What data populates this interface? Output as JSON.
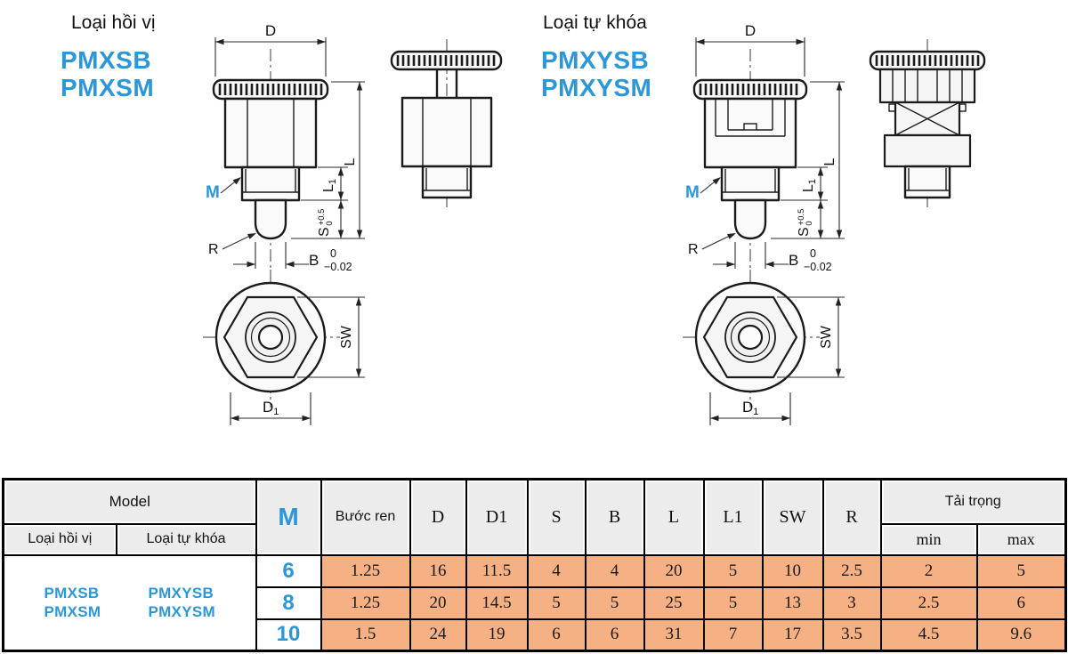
{
  "colors": {
    "accent_blue": "#2b97d8",
    "table_cell_orange": "#f5b183",
    "table_header_gray": "#ececec",
    "line_color": "#1b1b1b"
  },
  "left_group": {
    "type_label": "Loại hồi vị",
    "model_1": "PMXSB",
    "model_2": "PMXSM"
  },
  "right_group": {
    "type_label": "Loại tự khóa",
    "model_1": "PMXYSB",
    "model_2": "PMXYSM"
  },
  "dim_labels": {
    "d": "D",
    "l": "L",
    "l1_main": "L",
    "l1_sub": "1",
    "s_main": "S",
    "s_tol_top": "+0.5",
    "s_tol_bottom": "0",
    "b_main": "B",
    "b_tol_top": "0",
    "b_tol_bottom": "−0.02",
    "m": "M",
    "r": "R",
    "sw": "SW",
    "d1_main": "D",
    "d1_sub": "1"
  },
  "table": {
    "model_header": "Model",
    "sub_left": "Loại hồi vị",
    "sub_right": "Loại tự khóa",
    "m_header": "M",
    "col_headers": {
      "pitch": "Bước ren",
      "d": "D",
      "d1": "D1",
      "s": "S",
      "b": "B",
      "l": "L",
      "l1": "L1",
      "sw": "SW",
      "r": "R"
    },
    "load_header": "Tải trọng",
    "load_min": "min",
    "load_max": "max",
    "models_left_1": "PMXSB",
    "models_left_2": "PMXSM",
    "models_right_1": "PMXYSB",
    "models_right_2": "PMXYSM",
    "rows": [
      {
        "m": "6",
        "pitch": "1.25",
        "d": "16",
        "d1": "11.5",
        "s": "4",
        "b": "4",
        "l": "20",
        "l1": "5",
        "sw": "10",
        "r": "2.5",
        "min": "2",
        "max": "5"
      },
      {
        "m": "8",
        "pitch": "1.25",
        "d": "20",
        "d1": "14.5",
        "s": "5",
        "b": "5",
        "l": "25",
        "l1": "5",
        "sw": "13",
        "r": "3",
        "min": "2.5",
        "max": "6"
      },
      {
        "m": "10",
        "pitch": "1.5",
        "d": "24",
        "d1": "19",
        "s": "6",
        "b": "6",
        "l": "31",
        "l1": "7",
        "sw": "17",
        "r": "3.5",
        "min": "4.5",
        "max": "9.6"
      }
    ]
  }
}
